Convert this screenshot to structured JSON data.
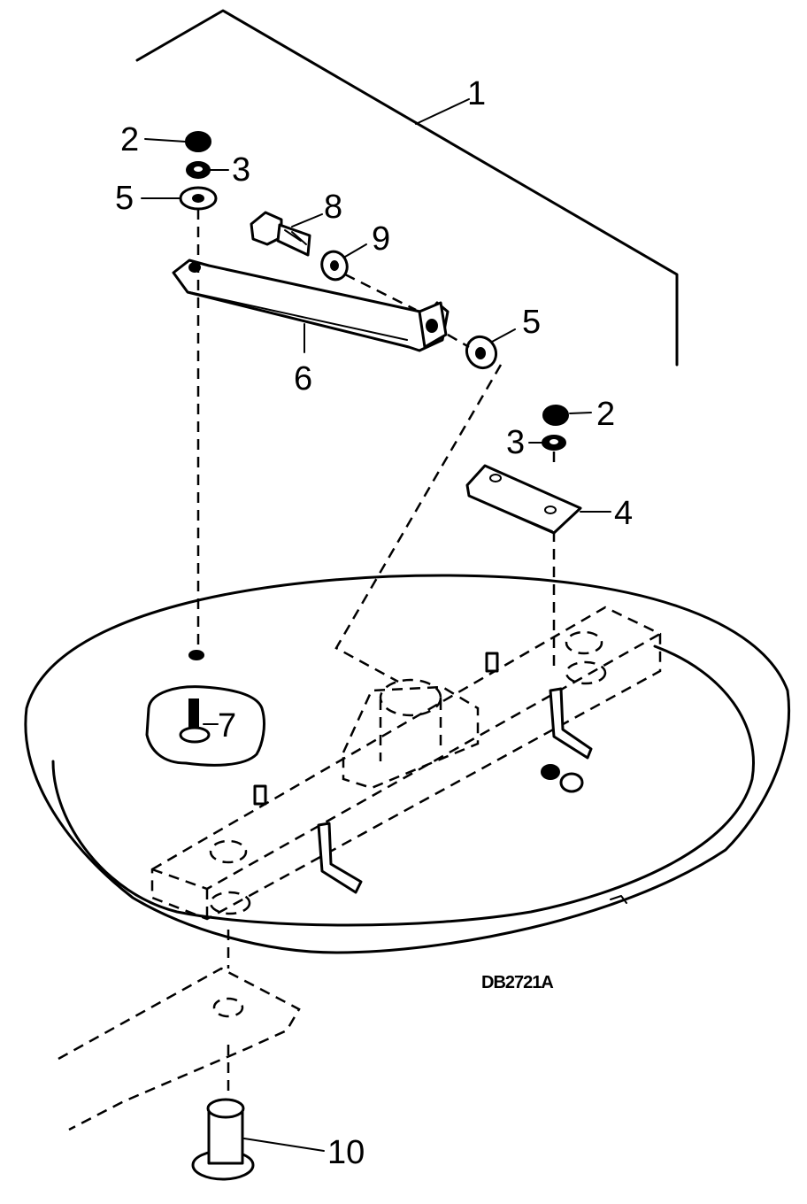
{
  "drawing": {
    "id_code": "DB2721A",
    "callouts": {
      "c1": "1",
      "c2a": "2",
      "c2b": "2",
      "c3a": "3",
      "c3b": "3",
      "c4": "4",
      "c5a": "5",
      "c5b": "5",
      "c6": "6",
      "c7": "7",
      "c8": "8",
      "c9": "9",
      "c10": "10"
    }
  }
}
